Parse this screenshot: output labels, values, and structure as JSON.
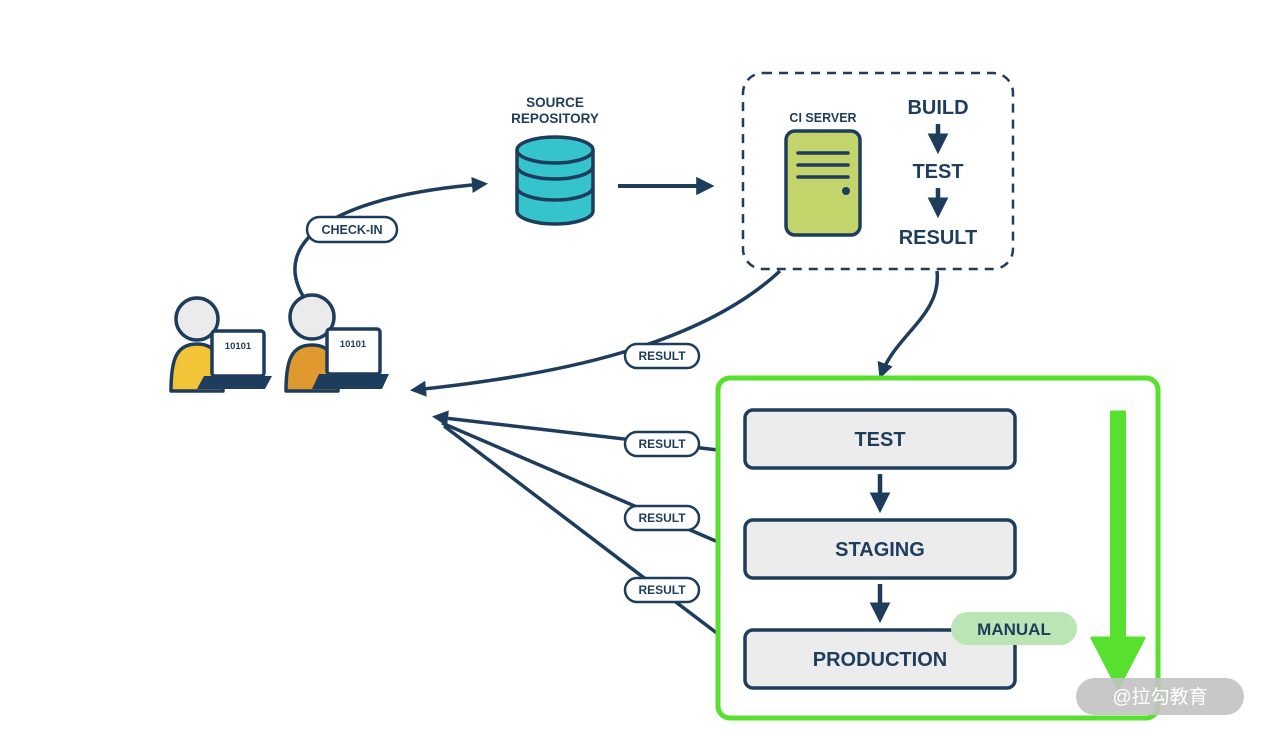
{
  "colors": {
    "navy": "#1e3d5c",
    "repo_cyan": "#35c4cc",
    "server_green": "#c3d56a",
    "highlight_green": "#57e02e",
    "manual_badge_green": "#bce5b5",
    "env_box_gray": "#ececec",
    "dev1_body_yellow": "#f3c437",
    "dev2_body_orange": "#e0992f"
  },
  "developers": {
    "laptop_screen_code": "10101"
  },
  "flow": {
    "check_in": "CHECK-IN",
    "result": "RESULT"
  },
  "repository": {
    "label_line1": "SOURCE",
    "label_line2": "REPOSITORY"
  },
  "ci": {
    "server_label": "CI SERVER",
    "steps": [
      "BUILD",
      "TEST",
      "RESULT"
    ]
  },
  "environments": [
    "TEST",
    "STAGING",
    "PRODUCTION"
  ],
  "deploy": {
    "manual_label": "MANUAL"
  },
  "watermark": "@拉勾教育"
}
